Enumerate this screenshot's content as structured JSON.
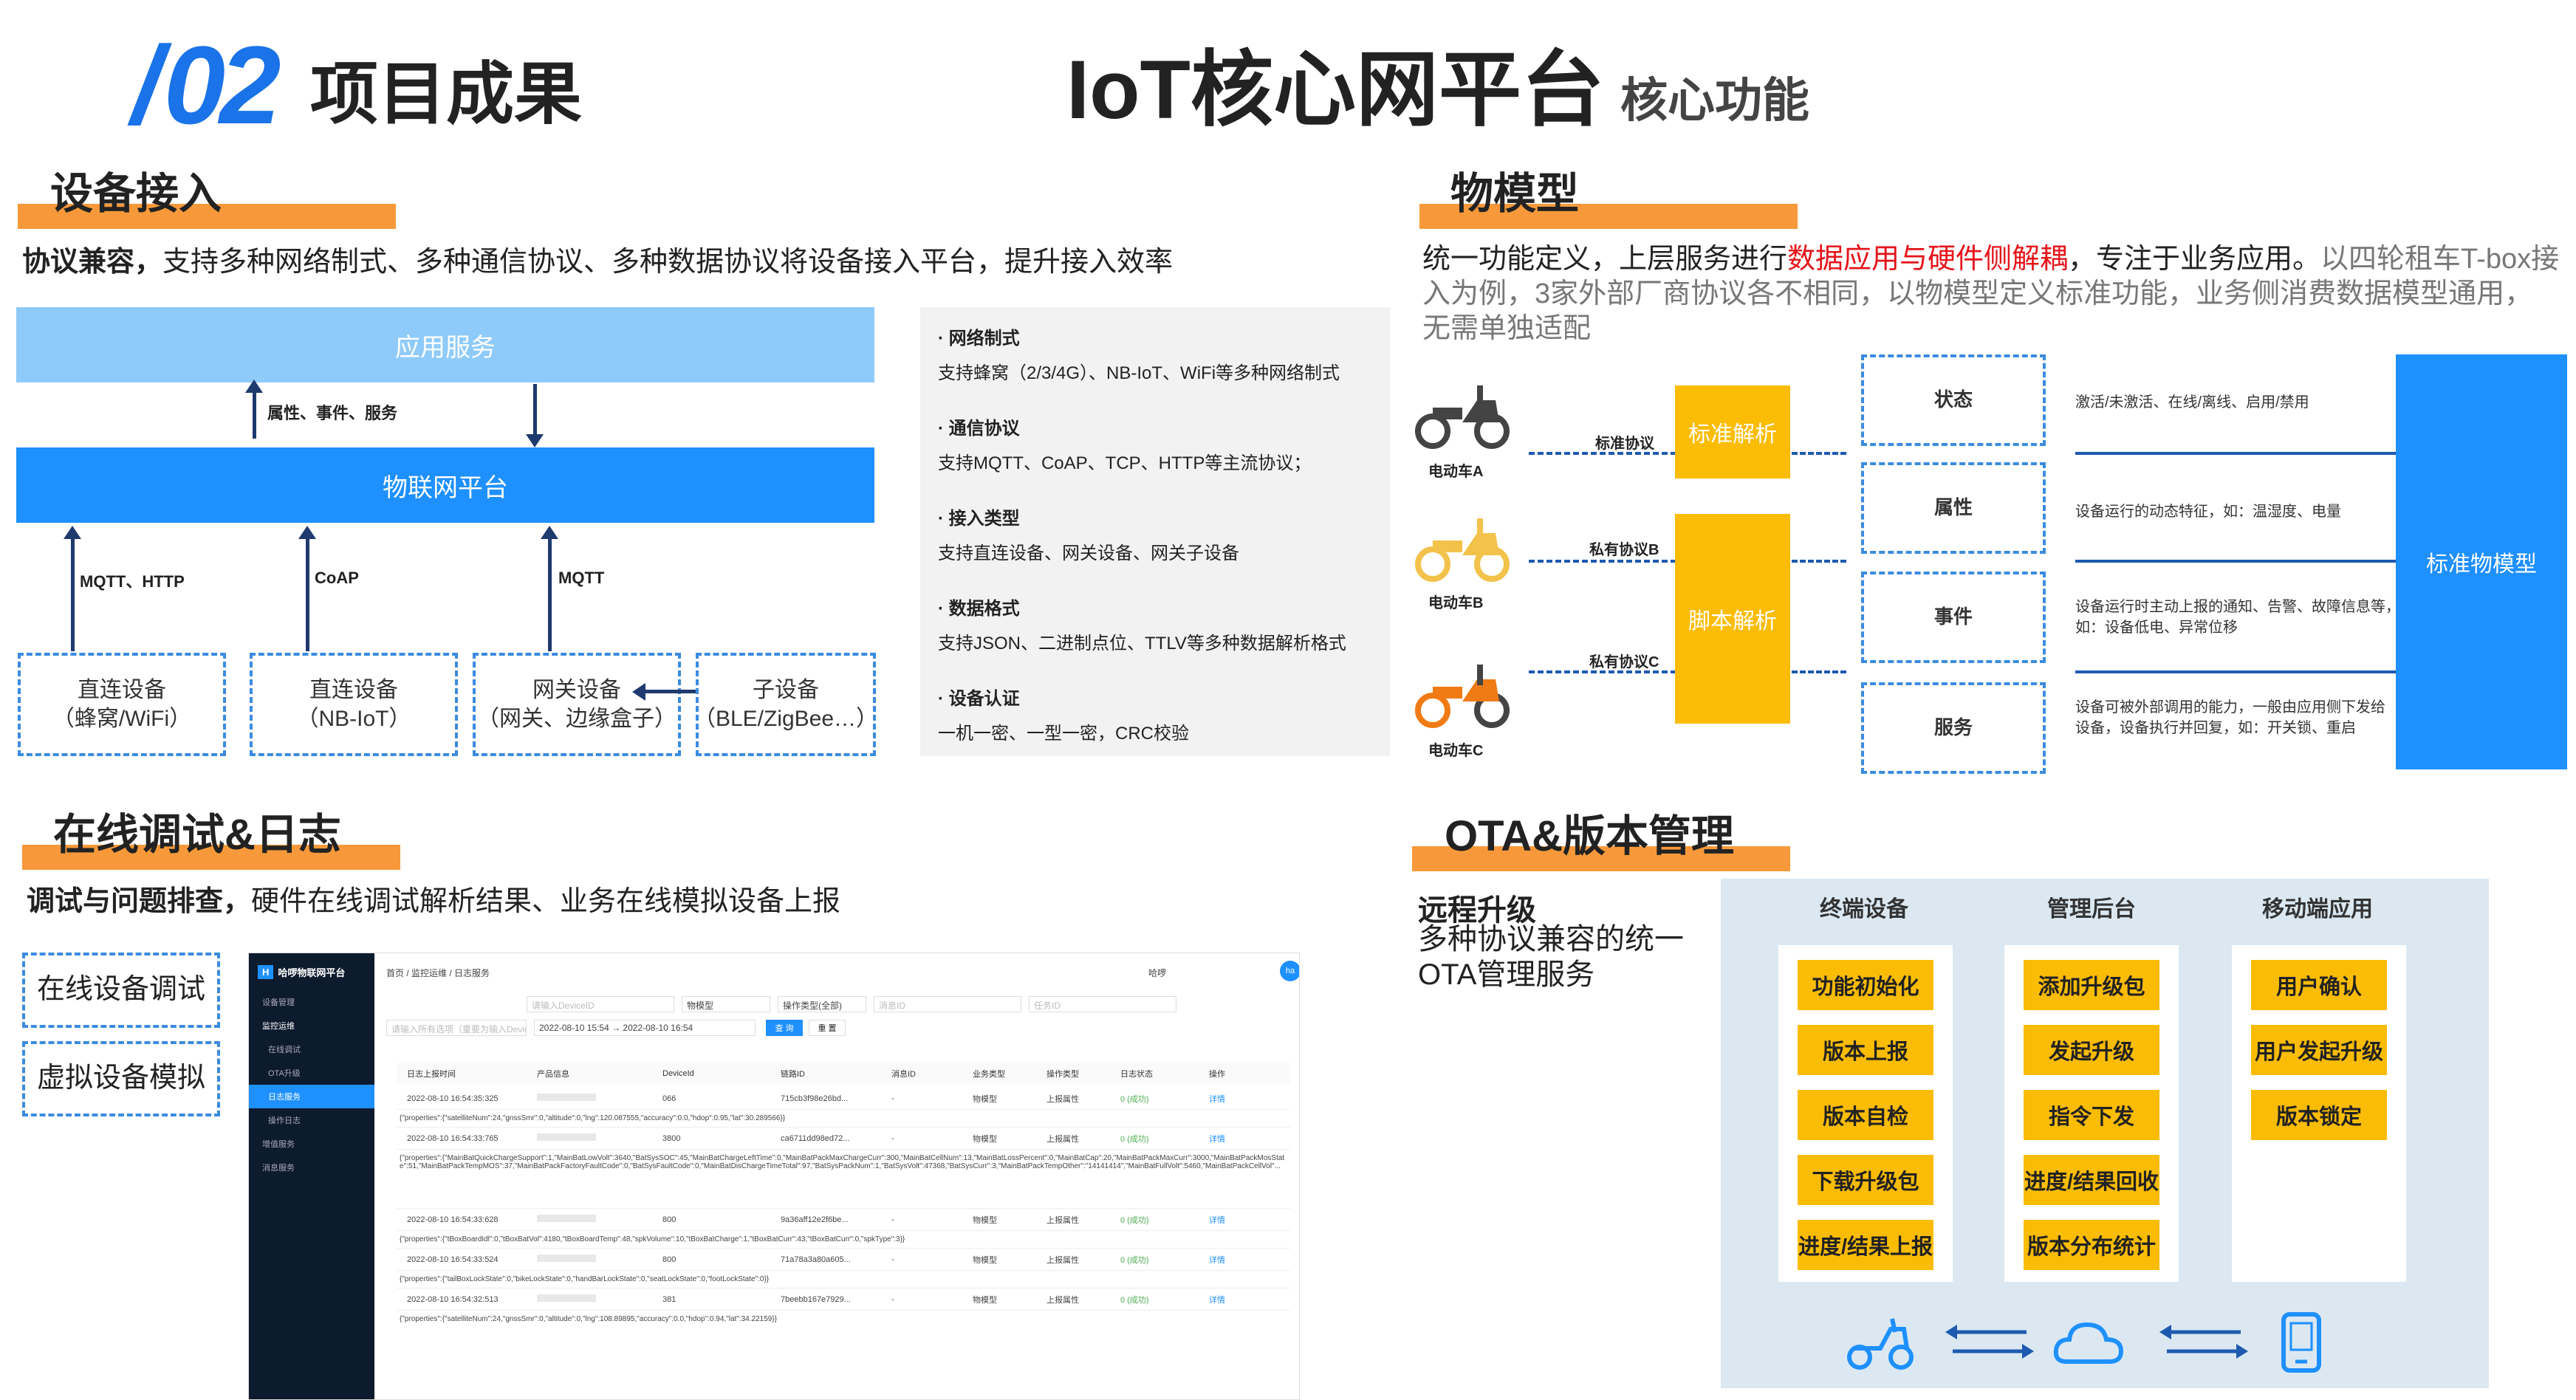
{
  "header": {
    "number": "02",
    "section_title": "项目成果",
    "main_title": "IoT核心网平台",
    "subtitle": "核心功能"
  },
  "device_access": {
    "title": "设备接入",
    "desc_bold": "协议兼容，",
    "desc": "支持多种网络制式、多种通信协议、多种数据协议将设备接入平台，提升接入效率",
    "app_service": "应用服务",
    "iot_platform": "物联网平台",
    "mid_label": "属性、事件、服务",
    "protocols": [
      "MQTT、HTTP",
      "CoAP",
      "MQTT"
    ],
    "devices": [
      {
        "name": "直连设备",
        "sub": "（蜂窝/WiFi）"
      },
      {
        "name": "直连设备",
        "sub": "（NB-IoT）"
      },
      {
        "name": "网关设备",
        "sub": "（网关、边缘盒子）"
      },
      {
        "name": "子设备",
        "sub": "（BLE/ZigBee…）"
      }
    ],
    "info": [
      {
        "title": "· 网络制式",
        "text": "支持蜂窝（2/3/4G）、NB-IoT、WiFi等多种网络制式"
      },
      {
        "title": "· 通信协议",
        "text": "支持MQTT、CoAP、TCP、HTTP等主流协议；"
      },
      {
        "title": "· 接入类型",
        "text": "支持直连设备、网关设备、网关子设备"
      },
      {
        "title": "· 数据格式",
        "text": "支持JSON、二进制点位、TTLV等多种数据解析格式"
      },
      {
        "title": "· 设备认证",
        "text": "一机一密、一型一密，CRC校验"
      }
    ]
  },
  "thing_model": {
    "title": "物模型",
    "desc1": "统一功能定义，上层服务进行",
    "desc_red": "数据应用与硬件侧解耦",
    "desc2": "，专注于业务应用。",
    "desc_gray": "以四轮租车T-box接入为例，3家外部厂商协议各不相同，以物模型定义标准功能，业务侧消费数据模型通用，无需单独适配",
    "vehicles": [
      "电动车A",
      "电动车B",
      "电动车C"
    ],
    "protocols": [
      "标准协议",
      "私有协议B",
      "私有协议C"
    ],
    "parse": [
      "标准解析",
      "脚本解析"
    ],
    "items": [
      {
        "name": "状态",
        "desc": "激活/未激活、在线/离线、启用/禁用"
      },
      {
        "name": "属性",
        "desc": "设备运行的动态特征，如：温湿度、电量"
      },
      {
        "name": "事件",
        "desc": "设备运行时主动上报的通知、告警、故障信息等，如：设备低电、异常位移"
      },
      {
        "name": "服务",
        "desc": "设备可被外部调用的能力，一般由应用侧下发给设备，设备执行并回复，如：开关锁、重启"
      }
    ],
    "standard": "标准物模型",
    "accent": "#1e90ff",
    "red": "#e5141a"
  },
  "debug": {
    "title": "在线调试&日志",
    "desc_bold": "调试与问题排查，",
    "desc": "硬件在线调试解析结果、业务在线模拟设备上报",
    "boxes": [
      "在线设备调试",
      "虚拟设备模拟"
    ],
    "screen": {
      "app": "哈啰物联网平台",
      "breadcrumb": "首页 / 监控运维 / 日志服务",
      "menu": [
        "设备管理",
        "监控运维",
        "在线调试",
        "OTA升级",
        "日志服务",
        "操作日志",
        "增值服务",
        "消息服务"
      ],
      "date_from": "2022-08-10 15:54",
      "date_to": "2022-08-10 16:54",
      "btn_query": "查 询",
      "btn_reset": "重 置",
      "placeholder_device": "请输入DeviceID",
      "placeholder_type": "物模型",
      "placeholder_op": "操作类型(全部)",
      "placeholder_msg": "消息ID",
      "placeholder_task": "任务ID",
      "placeholder_key": "请输入所有选项（重要为输入DeviceID）",
      "user": "哈啰",
      "avatar": "ha",
      "headers": [
        "日志上报时间",
        "产品信息",
        "DeviceId",
        "链路ID",
        "消息ID",
        "业务类型",
        "操作类型",
        "日志状态",
        "操作"
      ],
      "rows": [
        {
          "time": "2022-08-10 16:54:35:325",
          "dev": "066",
          "link": "715cb3f98e26bd...",
          "type": "物模型",
          "op": "上报属性",
          "status": "0 (成功)",
          "action": "详情",
          "json": "{\"properties\":{\"satelliteNum\":24,\"gnssSmr\":0,\"altitude\":0,\"lng\":120.087555,\"accuracy\":0.0,\"hdop\":0.95,\"lat\":30.289566}}"
        },
        {
          "time": "2022-08-10 16:54:33:765",
          "dev": "3800",
          "link": "ca6711dd98ed72...",
          "type": "物模型",
          "op": "上报属性",
          "status": "0 (成功)",
          "action": "详情",
          "json": "{\"properties\":{\"MainBatQuickChargeSupport\":1,\"MainBatLowVolt\":3640,\"BatSysSOC\":45,\"MainBatChargeLeftTime\":0,\"MainBatPackMaxChargeCurr\":300,\"MainBatCellNum\":13,\"MainBatLossPercent\":0,\"MainBatCap\":20,\"MainBatPackMaxCurr\":3000,\"MainBatPackMosState\":51,\"MainBatPackTempMOS\":37,\"MainBatPackFactoryFaultCode\":0,\"BatSysFaultCode\":0,\"MainBatDisChargeTimeTotal\":97,\"BatSysPackNum\":1,\"BatSysVolt\":47368,\"BatSysCurr\":3,\"MainBatPackTempOther\":\"14141414\",\"MainBatFullVolt\":5460,\"MainBatPackCellVol\"..."
        },
        {
          "time": "2022-08-10 16:54:33:628",
          "dev": "800",
          "link": "9a36aff12e2f6be...",
          "type": "物模型",
          "op": "上报属性",
          "status": "0 (成功)",
          "action": "详情",
          "json": "{\"properties\":{\"tBoxBoardIdl\":0,\"tBoxBatVol\":4180,\"tBoxBoardTemp\":48,\"spkVolume\":10,\"tBoxBatCharge\":1,\"tBoxBatCurr\":43,\"tBoxBatCurr\":0,\"spkType\":3}}"
        },
        {
          "time": "2022-08-10 16:54:33:524",
          "dev": "800",
          "link": "71a78a3a80a605...",
          "type": "物模型",
          "op": "上报属性",
          "status": "0 (成功)",
          "action": "详情",
          "json": "{\"properties\":{\"tailBoxLockState\":0,\"bikeLockState\":0,\"handBarLockState\":0,\"seatLockState\":0,\"footLockState\":0}}"
        },
        {
          "time": "2022-08-10 16:54:32:513",
          "dev": "381",
          "link": "7beebb167e7929...",
          "type": "物模型",
          "op": "上报属性",
          "status": "0 (成功)",
          "action": "详情",
          "json": "{\"properties\":{\"satelliteNum\":24,\"gnssSmr\":0,\"altitude\":0,\"lng\":108.89895,\"accuracy\":0.0,\"hdop\":0.94,\"lat\":34.22159}}"
        }
      ]
    }
  },
  "ota": {
    "title": "OTA&版本管理",
    "remote_title": "远程升级",
    "remote_desc": "多种协议兼容的统一OTA管理服务",
    "columns": [
      {
        "title": "终端设备",
        "items": [
          "功能初始化",
          "版本上报",
          "版本自检",
          "下载升级包",
          "进度/结果上报"
        ]
      },
      {
        "title": "管理后台",
        "items": [
          "添加升级包",
          "发起升级",
          "指令下发",
          "进度/结果回收",
          "版本分布统计"
        ]
      },
      {
        "title": "移动端应用",
        "items": [
          "用户确认",
          "用户发起升级",
          "版本锁定"
        ]
      }
    ]
  }
}
